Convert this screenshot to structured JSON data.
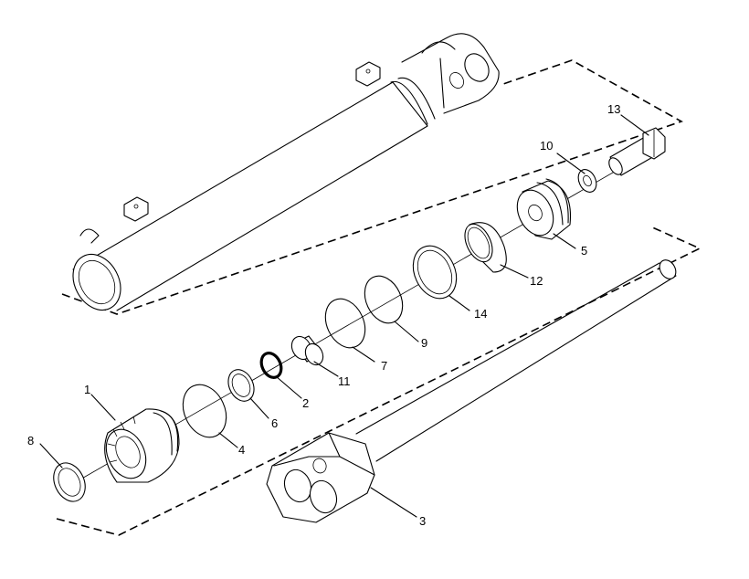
{
  "diagram": {
    "part_labels": {
      "p1": "1",
      "p2": "2",
      "p3": "3",
      "p4": "4",
      "p5": "5",
      "p6": "6",
      "p7": "7",
      "p8": "8",
      "p9": "9",
      "p10": "10",
      "p11": "11",
      "p12": "12",
      "p13": "13",
      "p14": "14"
    }
  }
}
